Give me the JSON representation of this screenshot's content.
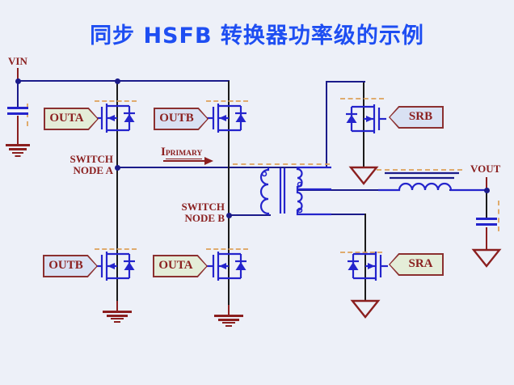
{
  "title": "同步 HSFB 转换器功率级的示例",
  "labels": {
    "vin": "VIN",
    "vout": "VOUT",
    "switch_node_a_line1": "SWITCH",
    "switch_node_a_line2": "NODE A",
    "switch_node_b_line1": "SWITCH",
    "switch_node_b_line2": "NODE B",
    "i_primary_symbol": "I",
    "i_primary_sub": "PRIMARY"
  },
  "gate_tags": [
    {
      "id": "outa-top-left",
      "label": "OUTA",
      "style": "green"
    },
    {
      "id": "outb-top-middle",
      "label": "OUTB",
      "style": "blue"
    },
    {
      "id": "outb-bottom-left",
      "label": "OUTB",
      "style": "blue"
    },
    {
      "id": "outa-bottom-middle",
      "label": "OUTA",
      "style": "green"
    },
    {
      "id": "srb",
      "label": "SRB",
      "style": "blue"
    },
    {
      "id": "sra",
      "label": "SRA",
      "style": "green"
    }
  ],
  "colors": {
    "background": "#edf0f8",
    "title_blue": "#1e4ef2",
    "label_maroon": "#8b2020",
    "wire_navy": "#1b1b8a",
    "component_blue": "#2424cc",
    "tag_green_bg": "#e4edd8",
    "tag_blue_bg": "#d9e1f3",
    "dash_orange": "#dd9f55"
  }
}
